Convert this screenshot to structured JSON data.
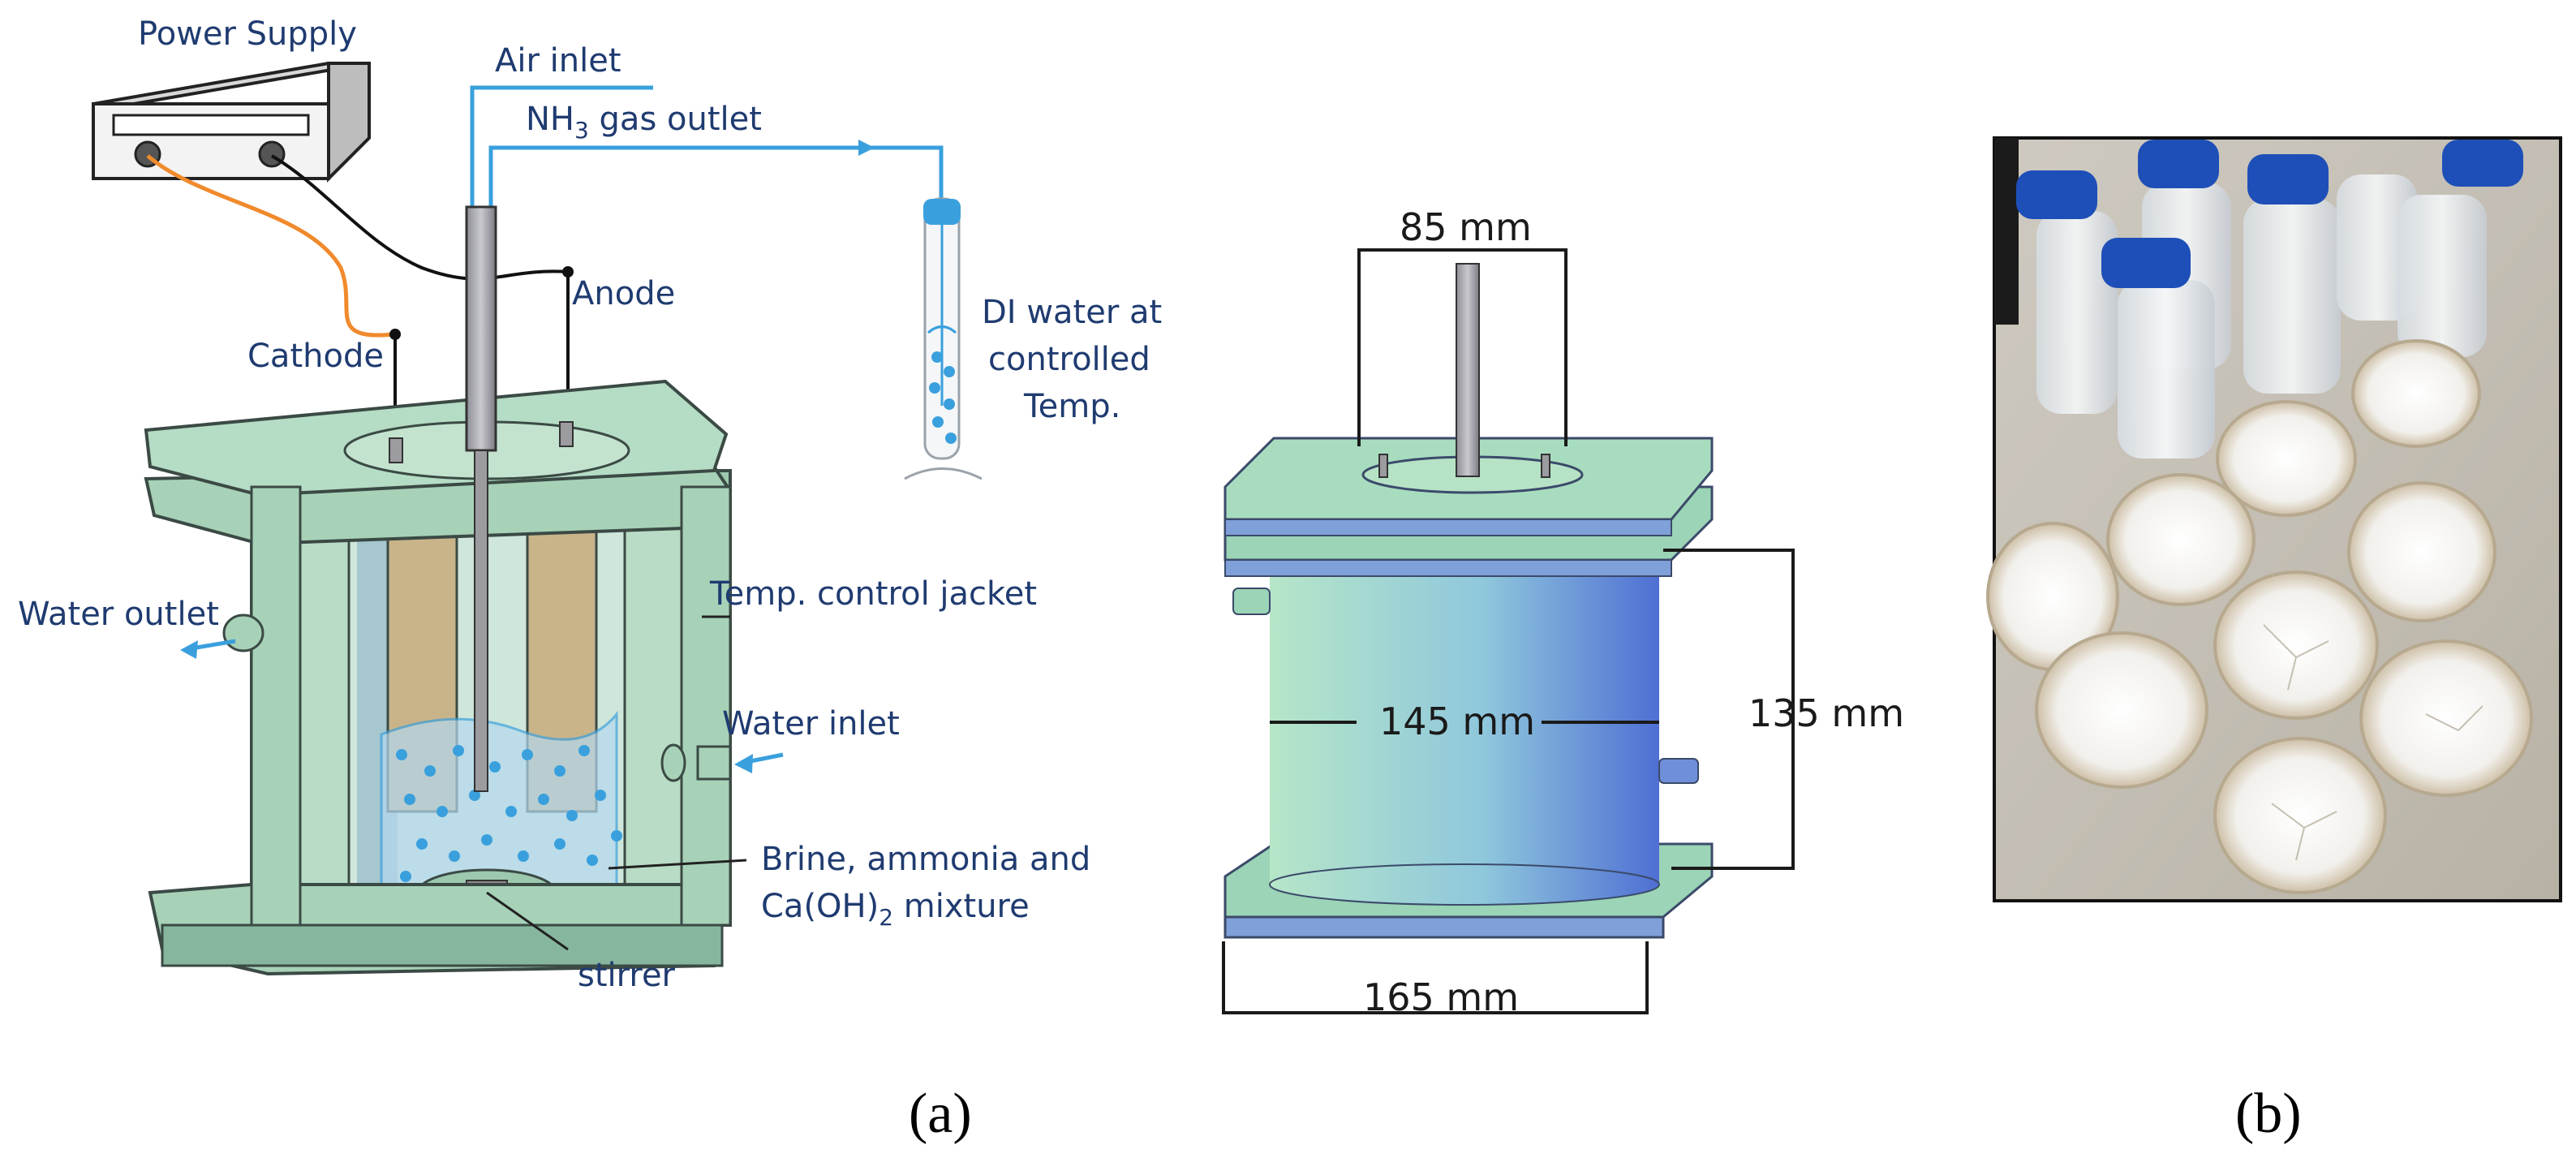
{
  "panel_a": {
    "caption": "(a)",
    "labels": {
      "power_supply": "Power Supply",
      "air_inlet": "Air inlet",
      "nh3_outlet": "NH",
      "nh3_sub": "3",
      "nh3_outlet_rest": " gas outlet",
      "anode": "Anode",
      "cathode": "Cathode",
      "di_water_1": "DI water at",
      "di_water_2": "controlled",
      "di_water_3": "Temp.",
      "water_outlet": "Water outlet",
      "temp_jacket": "Temp. control jacket",
      "water_inlet": "Water inlet",
      "brine_1": "Brine, ammonia and",
      "brine_2_pre": "Ca(OH)",
      "brine_2_sub": "2",
      "brine_2_post": " mixture",
      "stirrer": "stirrer"
    },
    "dimensions": {
      "top_width": "85 mm",
      "body_width": "145 mm",
      "height": "135 mm",
      "base_width": "165 mm"
    }
  },
  "panel_b": {
    "caption": "(b)"
  },
  "colors": {
    "label_text": "#1f3b70",
    "pipe_blue": "#3aa0dd",
    "reactor_green": "#a8d8bf",
    "reactor_blue": "#5b7fd6",
    "bottle_cap": "#1e4fb8",
    "cathode_wire": "#f08a2c"
  }
}
